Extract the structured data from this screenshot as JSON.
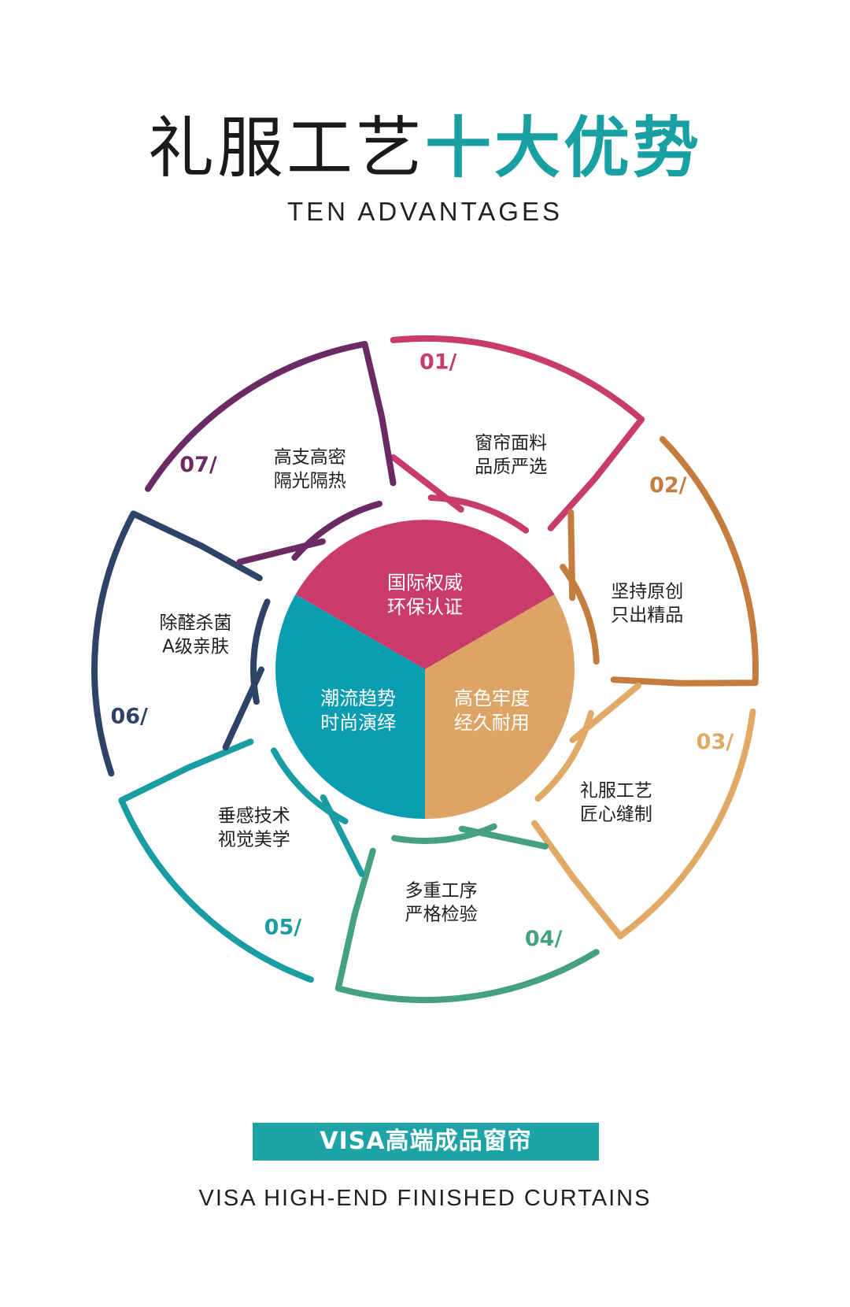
{
  "header": {
    "title_part1": "礼服工艺",
    "title_part2": "十大优势",
    "subtitle": "TEN ADVANTAGES"
  },
  "ring_items": [
    {
      "number": "01/",
      "line1": "窗帘面料",
      "line2": "品质严选",
      "color": "#c73c6b"
    },
    {
      "number": "02/",
      "line1": "坚持原创",
      "line2": "只出精品",
      "color": "#c47c3f"
    },
    {
      "number": "03/",
      "line1": "礼服工艺",
      "line2": "匠心缝制",
      "color": "#e0a965"
    },
    {
      "number": "04/",
      "line1": "多重工序",
      "line2": "严格检验",
      "color": "#46a084"
    },
    {
      "number": "05/",
      "line1": "垂感技术",
      "line2": "视觉美学",
      "color": "#1a9da2"
    },
    {
      "number": "06/",
      "line1": "除醛杀菌",
      "line2": "A级亲肤",
      "color": "#2d4468"
    },
    {
      "number": "07/",
      "line1": "高支高密",
      "line2": "隔光隔热",
      "color": "#6b2a63"
    }
  ],
  "center_items": [
    {
      "line1": "国际权威",
      "line2": "环保认证",
      "color": "#c93b69"
    },
    {
      "line1": "高色牢度",
      "line2": "经久耐用",
      "color": "#dca566"
    },
    {
      "line1": "潮流趋势",
      "line2": "时尚演绎",
      "color": "#0a9cb1"
    }
  ],
  "footer": {
    "banner": "VISA高端成品窗帘",
    "tagline": "VISA HIGH-END FINISHED CURTAINS"
  }
}
